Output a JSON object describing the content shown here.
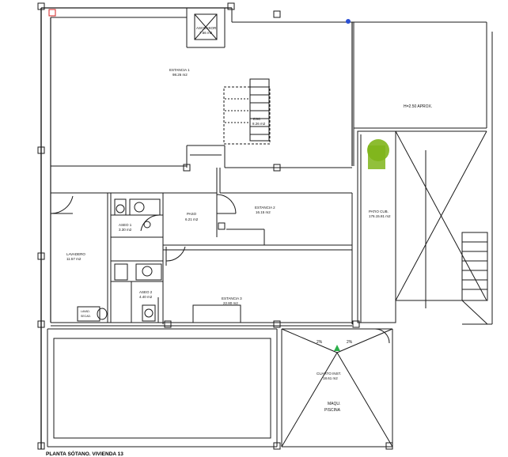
{
  "drawing": {
    "title": "PLANTA SÓTANO. VIVIENDA 13"
  },
  "rooms": {
    "ascensor": {
      "name": "ASCENSOR",
      "area": "7.66 m2"
    },
    "estancia1": {
      "name": "ESTANCIA 1",
      "area": "98.26 m2"
    },
    "esc": {
      "name": "ESC",
      "area": "8.26 m2"
    },
    "height_note": "H=2.50 APROX.",
    "estancia2": {
      "name": "ESTANCIA 2",
      "area": "16.15 m2"
    },
    "paso": {
      "name": "PASO",
      "area": "6.21 m2"
    },
    "aseo1": {
      "name": "ASEO 1",
      "area": "3.30 m2"
    },
    "lavadero": {
      "name": "LAVADERO",
      "area": "11.57 m2"
    },
    "patio": {
      "name": "PATIO CUB.",
      "area": "176.15.81 m2"
    },
    "aseo2": {
      "name": "ASEO 2",
      "area": "4.40 m2"
    },
    "estancia3": {
      "name": "ESTANCIA 3",
      "area": "22.80 m2"
    },
    "lavadora": {
      "line1": "LAVAD.",
      "line2": "SECAD."
    },
    "cuarto": {
      "name": "CUARTO INST.",
      "area": "18.61 m2"
    },
    "maqu": {
      "line1": "MAQU.",
      "line2": "PISCINA"
    },
    "slope_left": "2%",
    "slope_right": "2%"
  },
  "colors": {
    "line": "#1a1a1a",
    "tree": "#7fb51a",
    "marker": "#2bb04a",
    "accent_red": "#d42020",
    "accent_blue": "#2a4fd4"
  }
}
